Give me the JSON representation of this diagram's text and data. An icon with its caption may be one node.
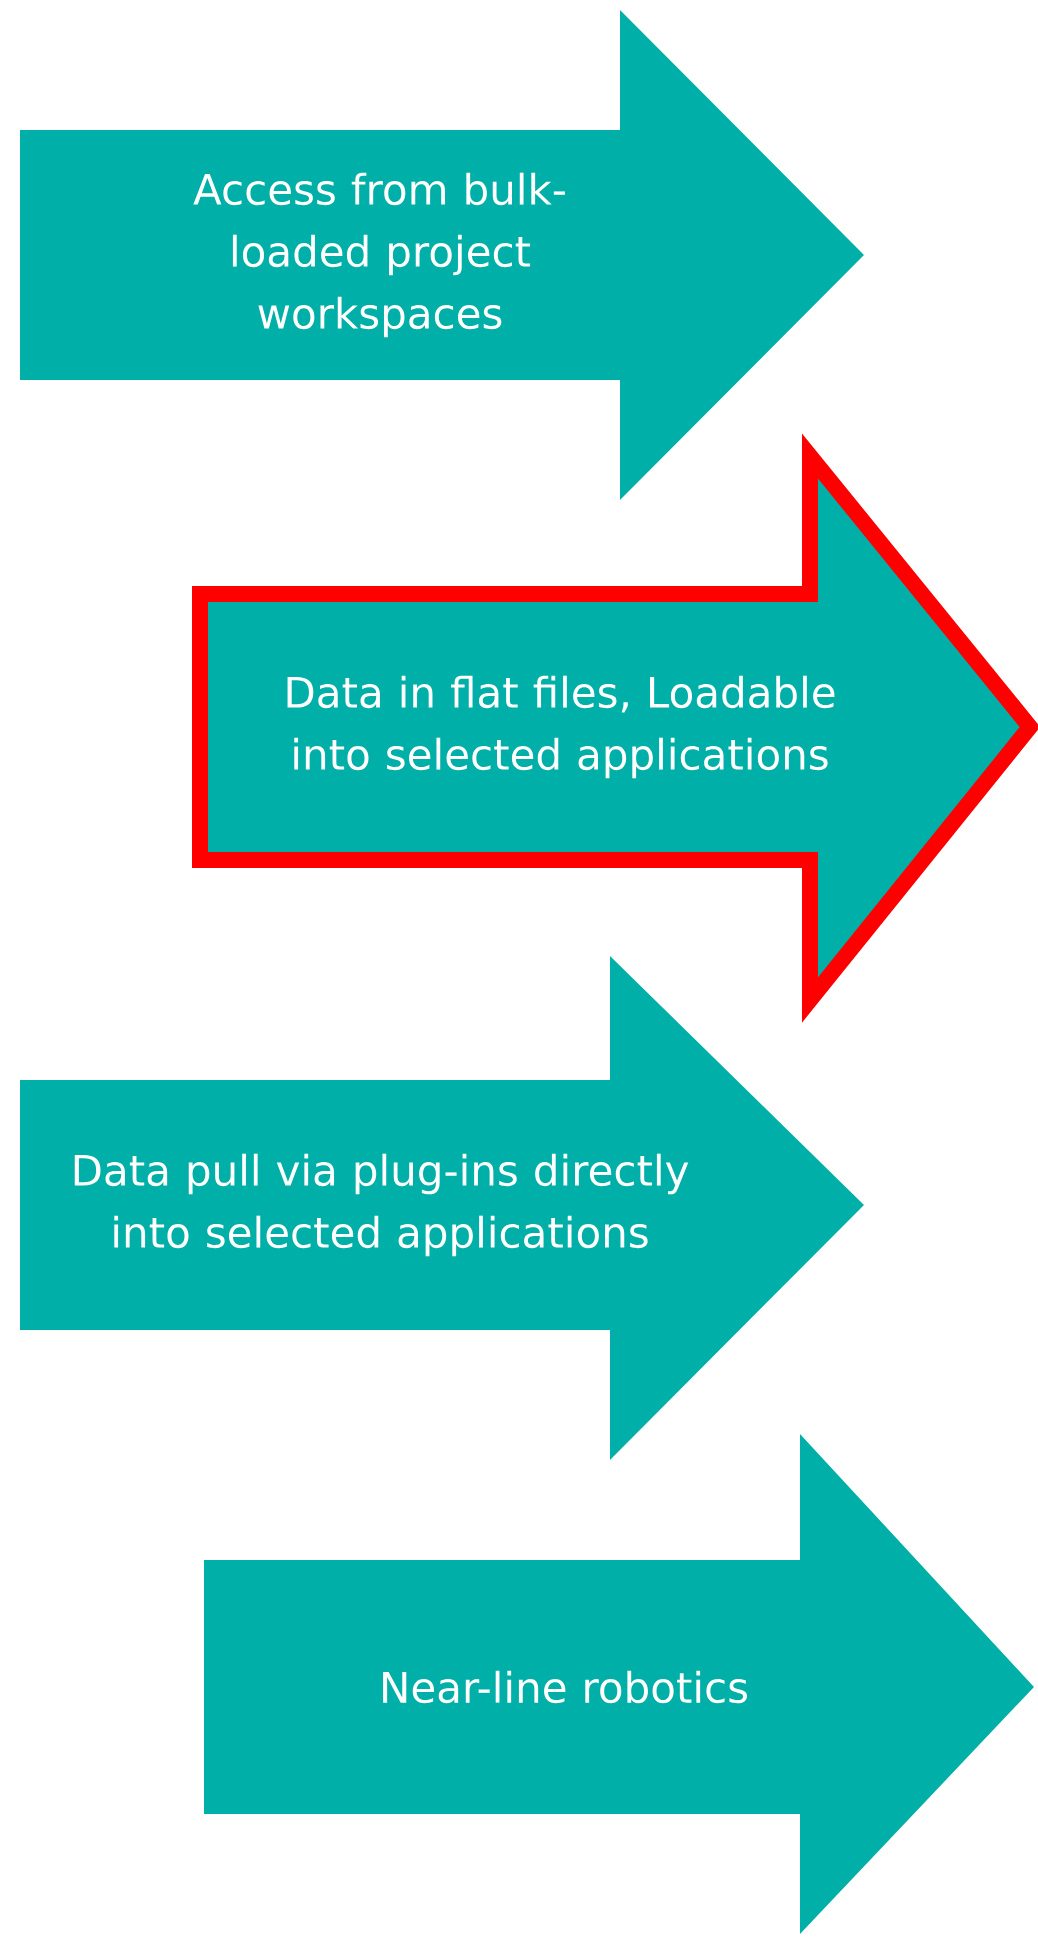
{
  "diagram": {
    "nodes": [
      {
        "text": [
          "Access from bulk-loaded project workspaces"
        ]
      },
      {
        "text": [
          "Data in flat files, Loadable into selected applications"
        ]
      },
      {
        "text": [
          "Data pull via plug-ins directly into selected applications"
        ]
      },
      {
        "text": [
          "Near-line robotics"
        ]
      }
    ]
  }
}
